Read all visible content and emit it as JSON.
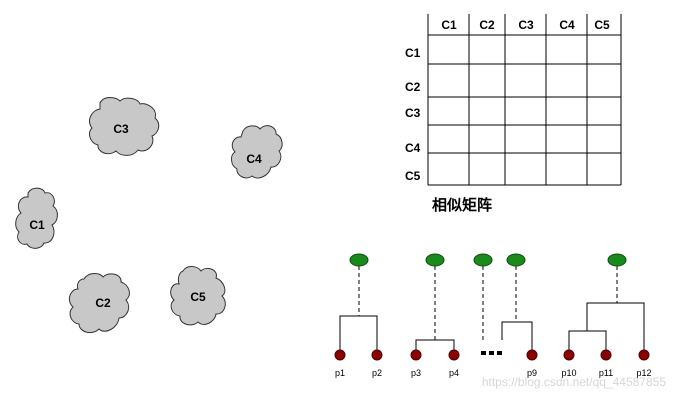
{
  "clusters": [
    {
      "id": "c3",
      "label": "C3"
    },
    {
      "id": "c4",
      "label": "C4"
    },
    {
      "id": "c1",
      "label": "C1"
    },
    {
      "id": "c2",
      "label": "C2"
    },
    {
      "id": "c5",
      "label": "C5"
    }
  ],
  "matrix": {
    "col_headers": [
      "C1",
      "C2",
      "C3",
      "C4",
      "C5"
    ],
    "row_headers": [
      "C1",
      "C2",
      "C3",
      "C4",
      "C5"
    ],
    "title": "相似矩阵"
  },
  "dendrogram": {
    "points": [
      "p1",
      "p2",
      "p3",
      "p4",
      "p9",
      "p10",
      "p11",
      "p12"
    ],
    "ellipsis": "…",
    "root_color": "#1a8a1a",
    "leaf_color": "#8b0000"
  },
  "watermark": "https://blog.csdn.net/qq_44587855"
}
